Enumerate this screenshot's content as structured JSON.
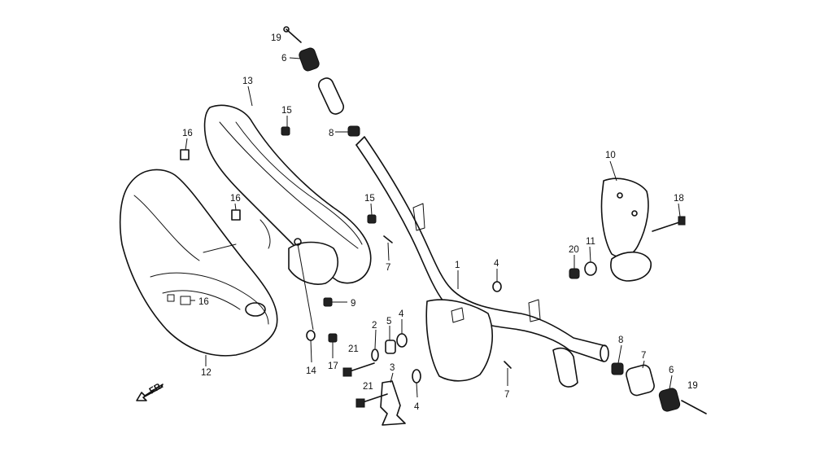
{
  "diagram": {
    "front_indicator": "FR.",
    "callouts": [
      "19",
      "6",
      "13",
      "15",
      "8",
      "16",
      "16",
      "15",
      "7",
      "1",
      "4",
      "10",
      "18",
      "20",
      "11",
      "9",
      "12",
      "16",
      "2",
      "5",
      "4",
      "14",
      "17",
      "21",
      "3",
      "21",
      "4",
      "7",
      "8",
      "7",
      "6",
      "19"
    ]
  }
}
